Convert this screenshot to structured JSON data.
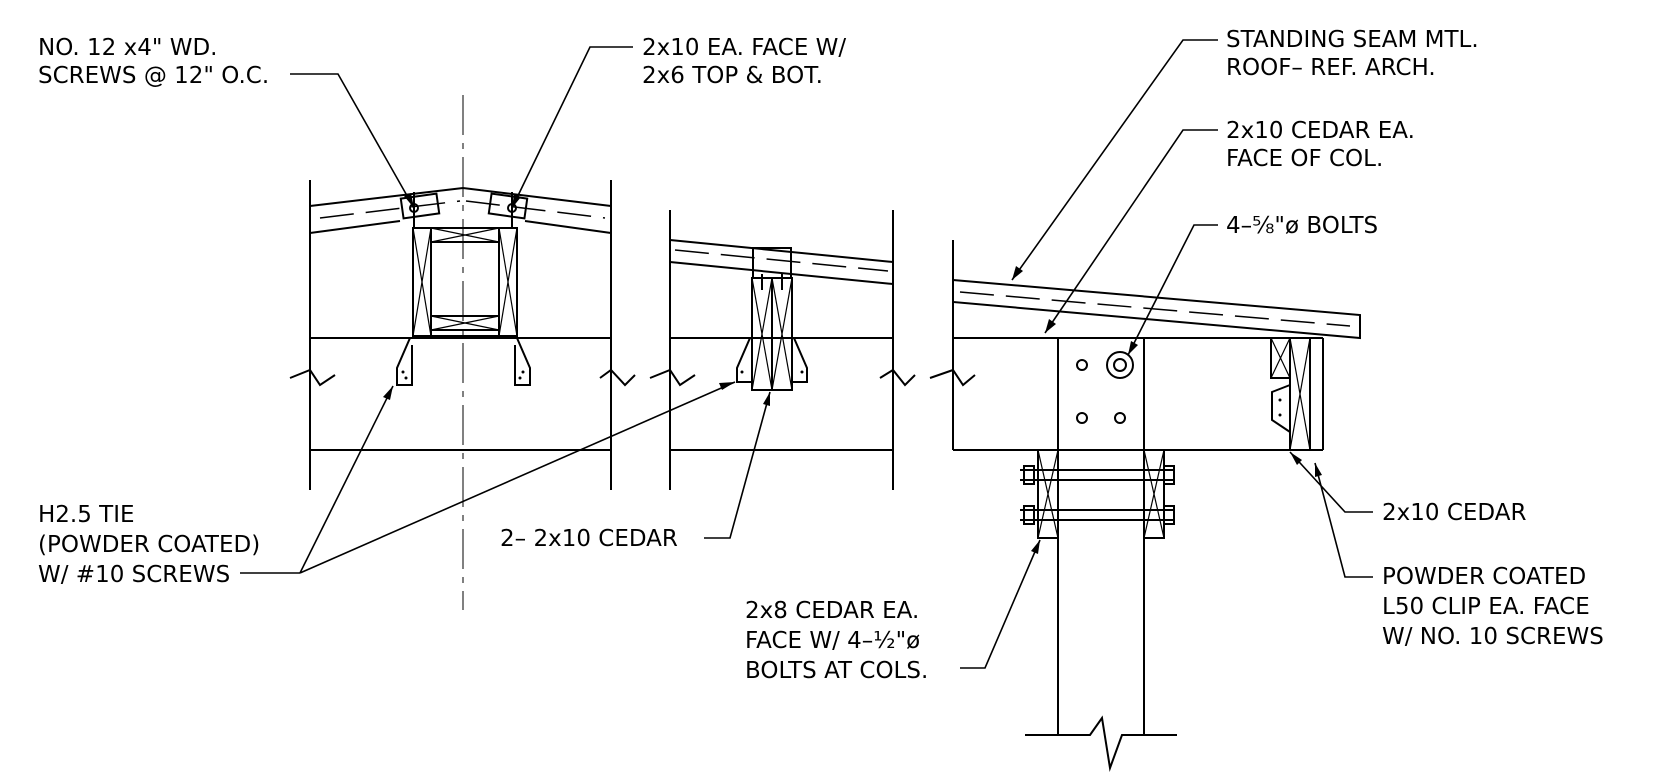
{
  "drawing": {
    "notes": {
      "screws_top": [
        "NO. 12 x4\" WD.",
        "SCREWS @ 12\" O.C."
      ],
      "face_2x10": [
        "2x10 EA. FACE W/",
        "2x6 TOP & BOT."
      ],
      "roof": [
        "STANDING SEAM MTL.",
        "ROOF–  REF. ARCH."
      ],
      "cedar_col": [
        "2x10 CEDAR EA.",
        "FACE OF COL."
      ],
      "bolts_58": "4–⅝\"ø BOLTS",
      "h25_tie": [
        "H2.5 TIE",
        "(POWDER COATED)",
        "W/ #10 SCREWS"
      ],
      "two_2x10": "2– 2x10 CEDAR",
      "cedar_2x10": "2x10 CEDAR",
      "clip": [
        "POWDER COATED",
        "L50 CLIP EA. FACE",
        "W/ NO. 10 SCREWS"
      ],
      "cedar_2x8": [
        "2x8 CEDAR EA.",
        "FACE W/ 4–½\"ø",
        "BOLTS AT COLS."
      ]
    }
  }
}
